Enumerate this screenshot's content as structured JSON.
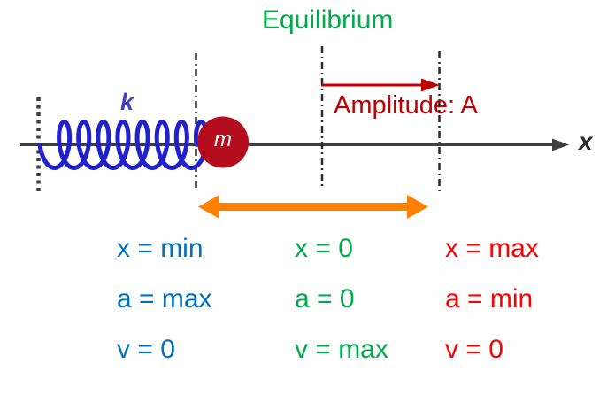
{
  "labels": {
    "equilibrium": "Equilibrium",
    "amplitude": "Amplitude: A",
    "spring_constant": "k",
    "mass": "m",
    "axis": "x"
  },
  "colors": {
    "spring": "#2121CB",
    "spring_label": "#4242C8",
    "mass_fill": "#B50D1D",
    "mass_text": "#FFFFFF",
    "amplitude_red": "#C00000",
    "oscillation_arrow_orange": "#FF8000",
    "equilibrium_green": "#00AB4E",
    "min_text_blue": "#0070C0",
    "max_text_red": "#FF0000",
    "axis_gray": "#3F3F3F"
  },
  "conditions": {
    "left_extreme": {
      "rows": [
        "x = min",
        "a = max",
        "v = 0"
      ]
    },
    "equilibrium": {
      "rows": [
        "x = 0",
        "a = 0",
        "v = max"
      ]
    },
    "right_extreme": {
      "rows": [
        "x = max",
        "a = min",
        "v = 0"
      ]
    }
  }
}
